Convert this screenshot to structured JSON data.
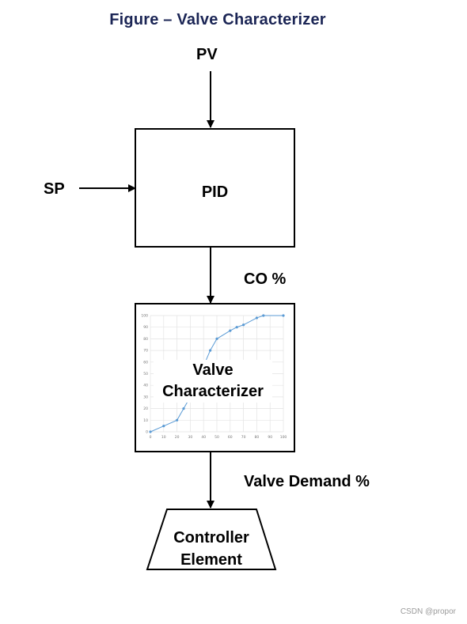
{
  "figure": {
    "title": "Figure  – Valve Characterizer",
    "pv_label": "PV",
    "sp_label": "SP",
    "pid_label": "PID",
    "co_label": "CO %",
    "valve_characterizer_label": "Valve Characterizer",
    "valve_demand_label": "Valve Demand %",
    "controller_element_label": "Controller Element",
    "watermark": "CSDN @propor"
  },
  "chart_data": {
    "type": "line",
    "x": [
      0,
      10,
      20,
      25,
      30,
      45,
      50,
      60,
      65,
      70,
      80,
      85,
      100
    ],
    "y": [
      0,
      5,
      10,
      20,
      30,
      70,
      80,
      87,
      90,
      92,
      98,
      100,
      100
    ],
    "xlim": [
      0,
      100
    ],
    "ylim": [
      0,
      100
    ],
    "xticks": [
      0,
      10,
      20,
      30,
      40,
      50,
      60,
      70,
      80,
      90,
      100
    ],
    "yticks": [
      0,
      10,
      20,
      30,
      40,
      50,
      60,
      70,
      80,
      90,
      100
    ],
    "grid": true,
    "line_color": "#5b9bd5"
  }
}
